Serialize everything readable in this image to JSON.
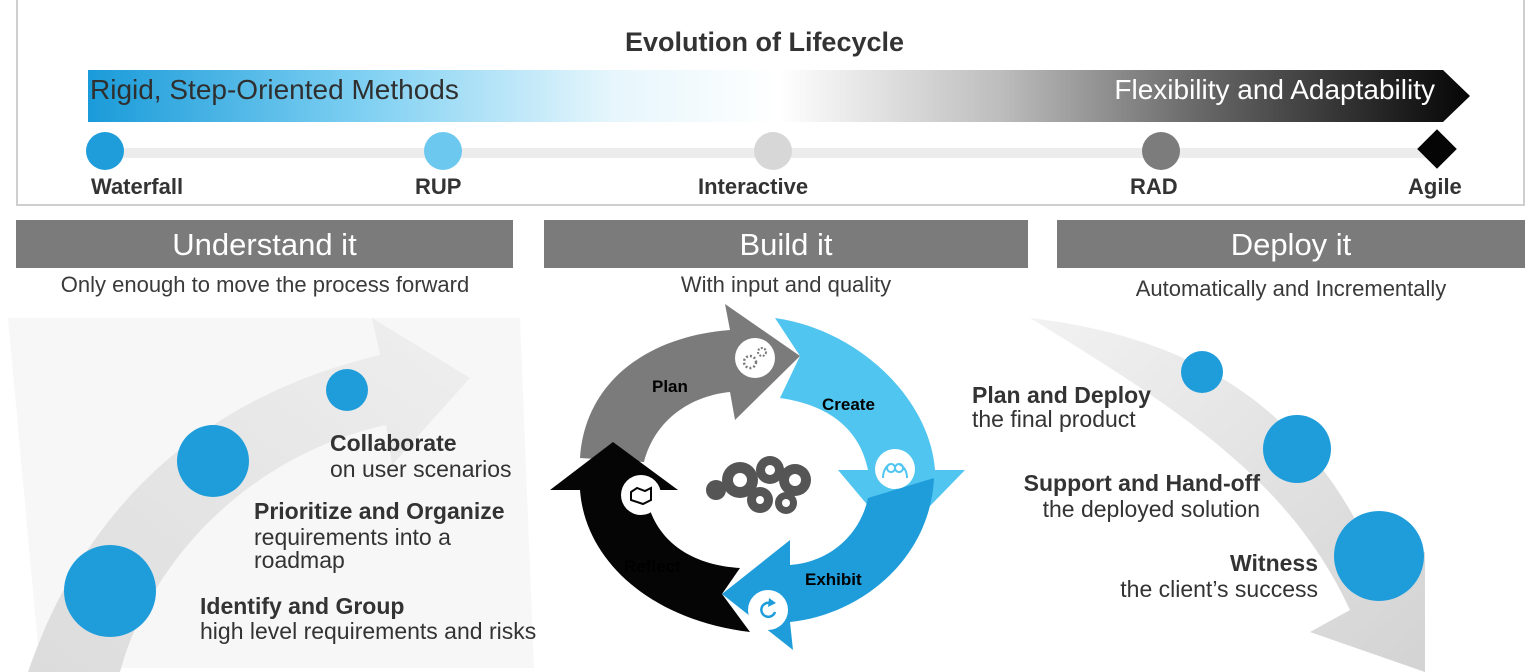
{
  "title": "Evolution of Lifecycle",
  "spectrum": {
    "left_label": "Rigid, Step-Oriented Methods",
    "right_label": "Flexibility and Adaptability"
  },
  "timeline": [
    {
      "label": "Waterfall",
      "color": "#1f9ddb"
    },
    {
      "label": "RUP",
      "color": "#6dc8ef"
    },
    {
      "label": "Interactive",
      "color": "#d7d7d7"
    },
    {
      "label": "RAD",
      "color": "#7c7c7c"
    },
    {
      "label": "Agile",
      "color": "#050505"
    }
  ],
  "phases": [
    {
      "title": "Understand it",
      "subtitle": "Only enough to move the process forward"
    },
    {
      "title": "Build it",
      "subtitle": "With input and quality"
    },
    {
      "title": "Deploy it",
      "subtitle": "Automatically and Incrementally"
    }
  ],
  "understand_steps": [
    {
      "title": "Collaborate",
      "desc": "on user scenarios"
    },
    {
      "title": "Prioritize and Organize",
      "desc_lines": [
        "requirements into a",
        "roadmap"
      ]
    },
    {
      "title": "Identify and Group",
      "desc": "high level requirements and risks"
    }
  ],
  "build_cycle": {
    "stages": [
      {
        "label": "Plan",
        "color": "#7b7b7b",
        "icon": "gears-icon"
      },
      {
        "label": "Create",
        "color": "#4fc5f0",
        "icon": "people-icon"
      },
      {
        "label": "Exhibit",
        "color": "#1f9ddb",
        "icon": "refresh-icon"
      },
      {
        "label": "Reflect",
        "color": "#050505",
        "icon": "handshake-icon"
      }
    ],
    "center_icon": "gear-cluster-icon"
  },
  "deploy_steps": [
    {
      "title": "Plan and Deploy",
      "desc": "the final product"
    },
    {
      "title": "Support and Hand-off",
      "desc": "the deployed solution"
    },
    {
      "title": "Witness",
      "desc": "the client’s success"
    }
  ],
  "colors": {
    "accent_blue": "#1f9ddb",
    "light_blue": "#4fc5f0",
    "gray": "#7b7b7b",
    "black": "#050505"
  }
}
